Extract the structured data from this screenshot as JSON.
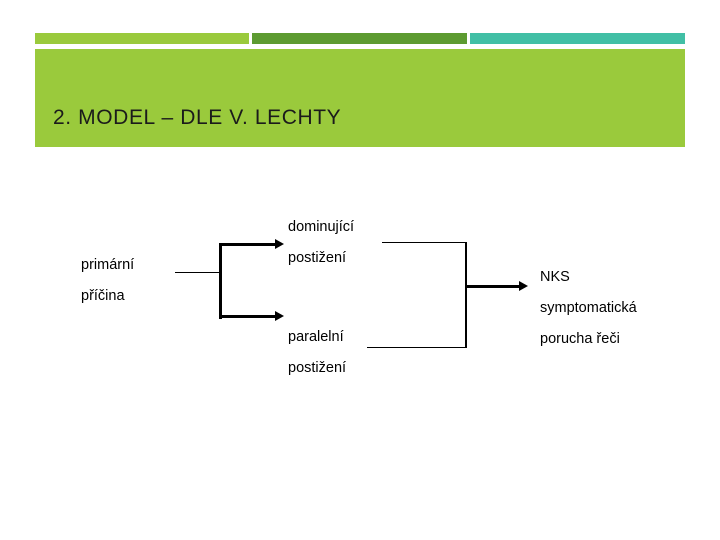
{
  "slide": {
    "title": "2. MODEL – DLE V. LECHTY",
    "accent_colors": {
      "light_green": "#9ACA3C",
      "dark_green": "#5D9B31",
      "teal": "#41BFA5"
    },
    "title_band_color": "#9ACA3C",
    "background": "#FFFFFF"
  },
  "diagram": {
    "type": "flow",
    "nodes": {
      "cause_line1": "primární",
      "cause_line2": "příčina",
      "branch_top_line1": "dominující",
      "branch_top_line2": "postižení",
      "branch_bottom_line1": "paralelní",
      "branch_bottom_line2": "postižení",
      "result_line1": "NKS",
      "result_line2": "symptomatická",
      "result_line3": "porucha řeči"
    },
    "connectors": [
      {
        "name": "cause-to-split",
        "style": "thin-line"
      },
      {
        "name": "split-to-dominant",
        "style": "arrow"
      },
      {
        "name": "split-to-parallel",
        "style": "arrow"
      },
      {
        "name": "merge-bracket",
        "style": "bracket"
      },
      {
        "name": "merge-to-result",
        "style": "arrow"
      }
    ],
    "line_color": "#000000"
  }
}
